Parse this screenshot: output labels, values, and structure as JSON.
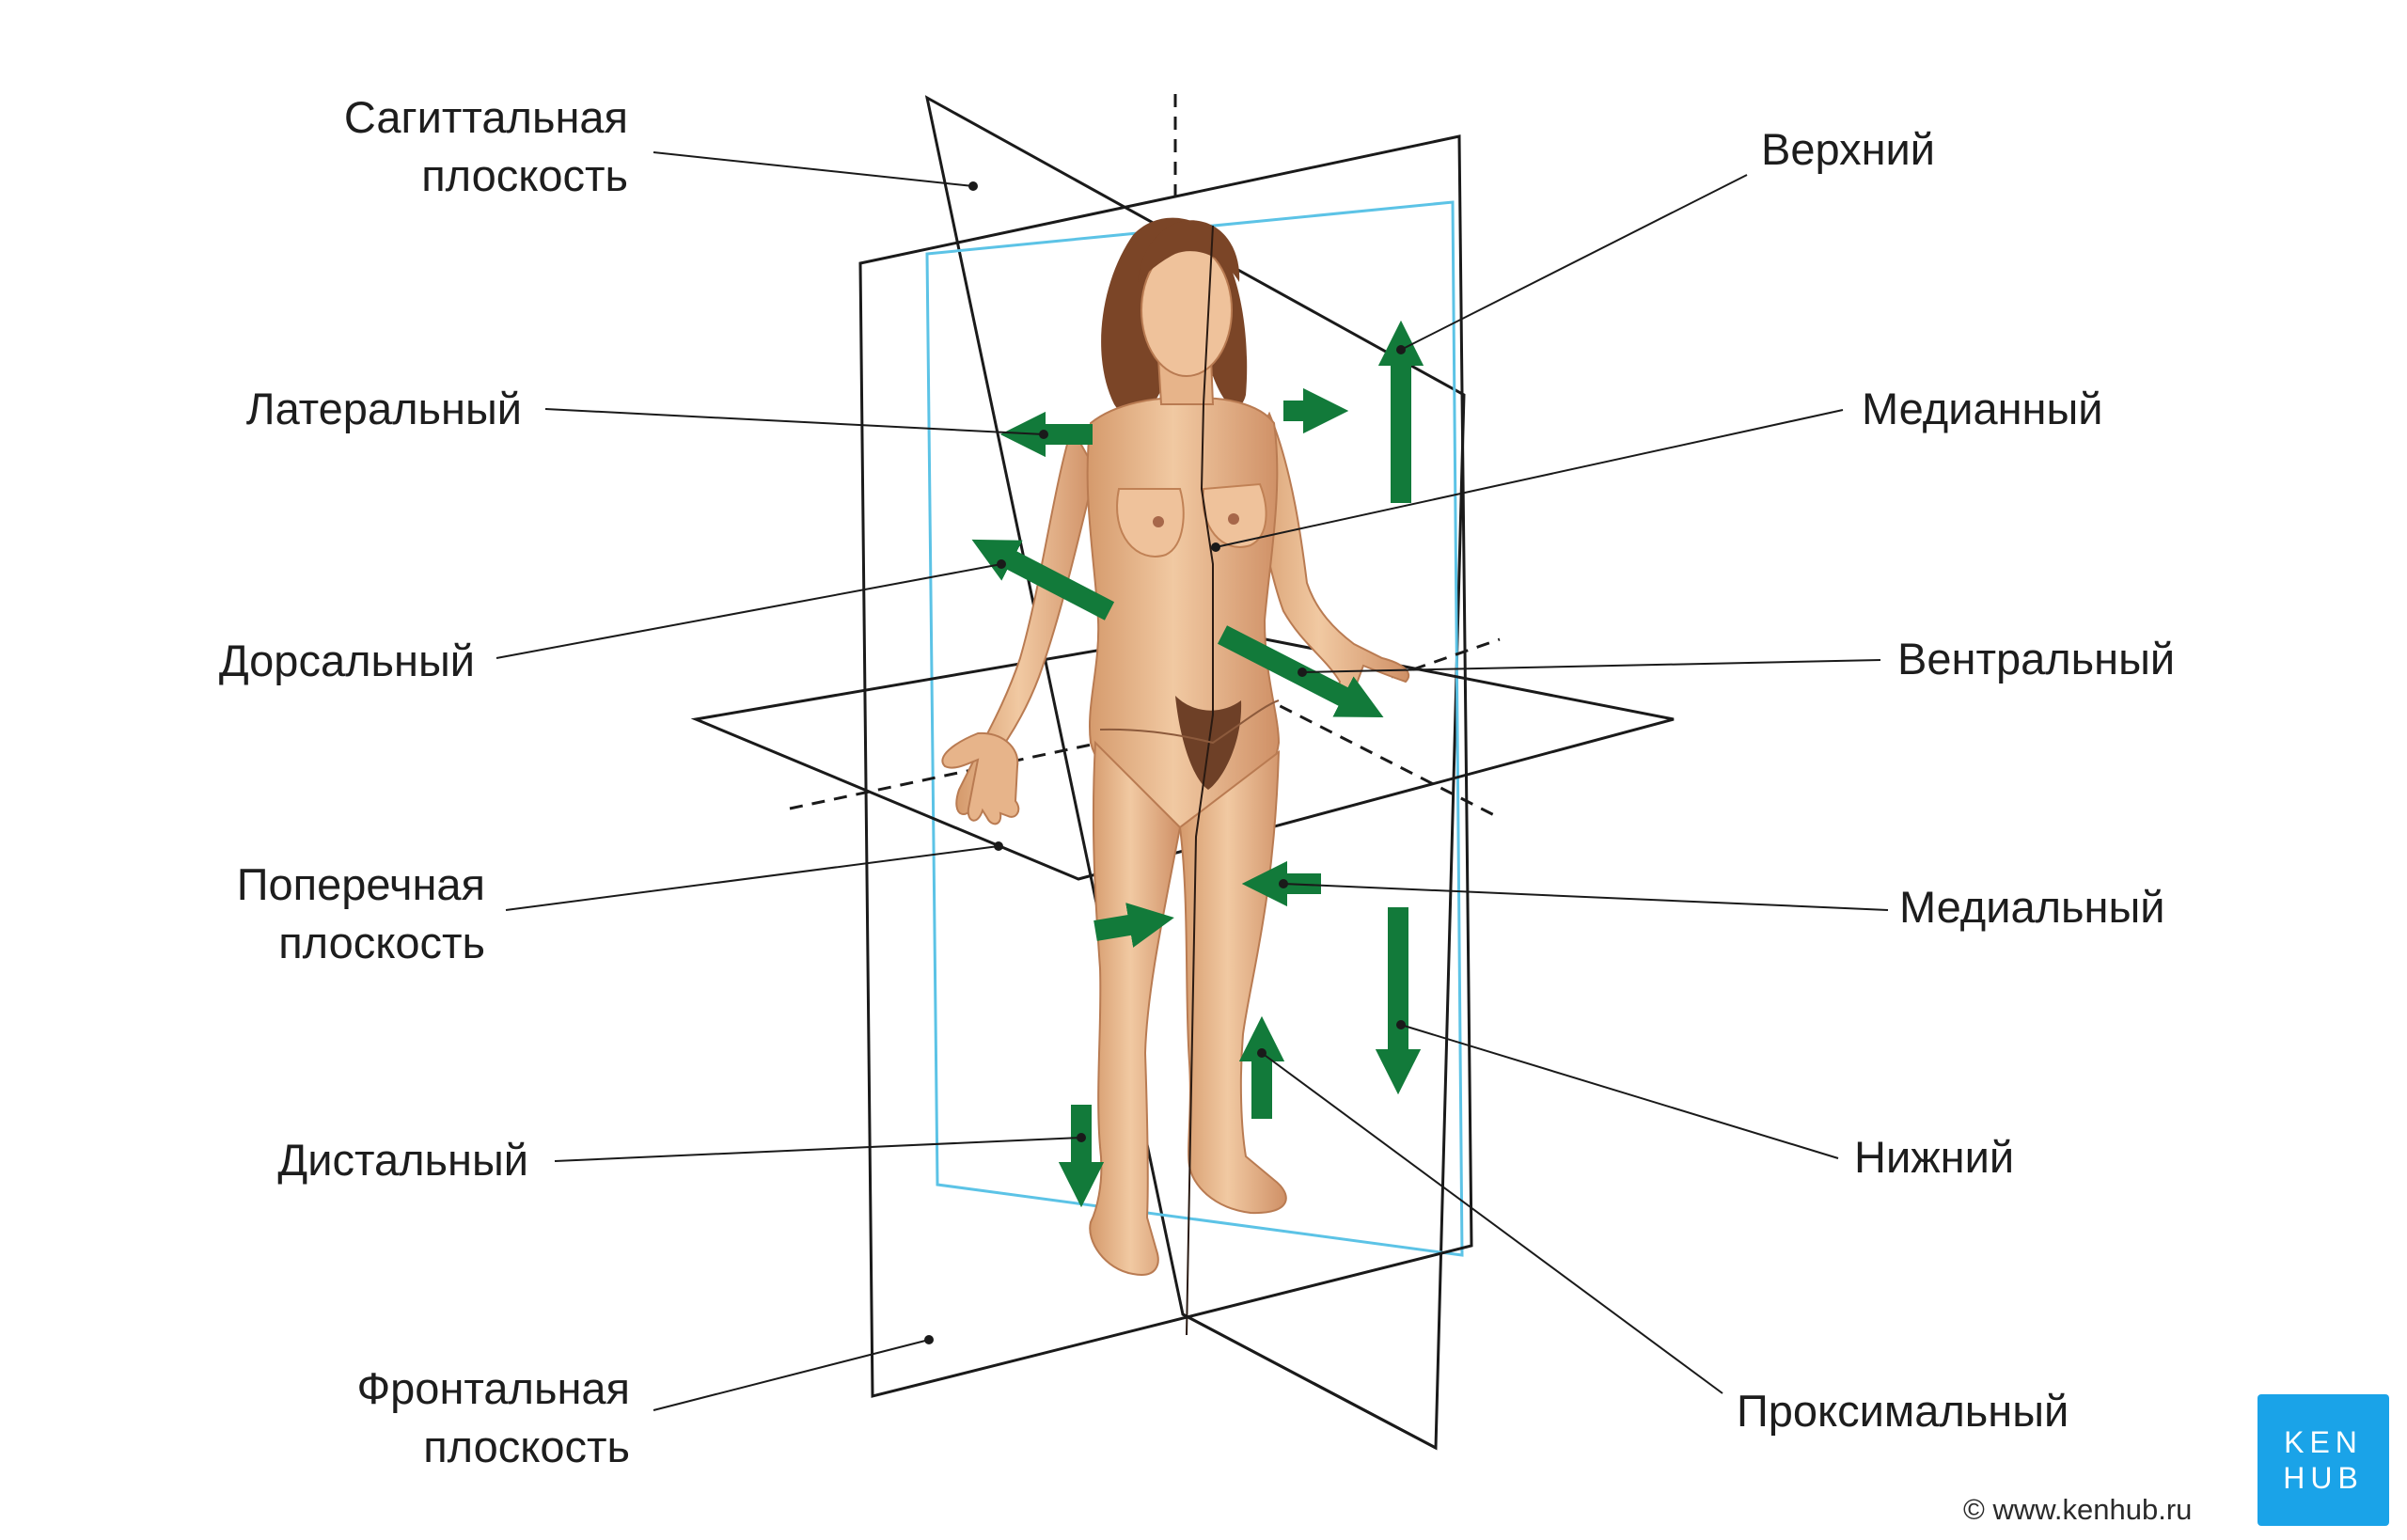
{
  "labels": {
    "sagittal": "Сагиттальная\nплоскость",
    "lateral": "Латеральный",
    "dorsal": "Дорсальный",
    "transverse": "Поперечная\nплоскость",
    "distal": "Дистальный",
    "frontal": "Фронтальная\nплоскость",
    "superior": "Верхний",
    "median": "Медианный",
    "ventral": "Вентральный",
    "medial": "Медиальный",
    "inferior": "Нижний",
    "proximal": "Проксимальный"
  },
  "logo": {
    "line1": "KEN",
    "line2": "HUB"
  },
  "copyright": "© www.kenhub.ru",
  "colors": {
    "arrow": "#127a3a",
    "plane_line": "#1a1a1a",
    "frontal_plane_edge": "#5cc3e6",
    "skin": "#e9b98f",
    "skin_shadow": "#c98c62",
    "hair": "#7b4527",
    "logo_bg": "#1aa3e8"
  }
}
